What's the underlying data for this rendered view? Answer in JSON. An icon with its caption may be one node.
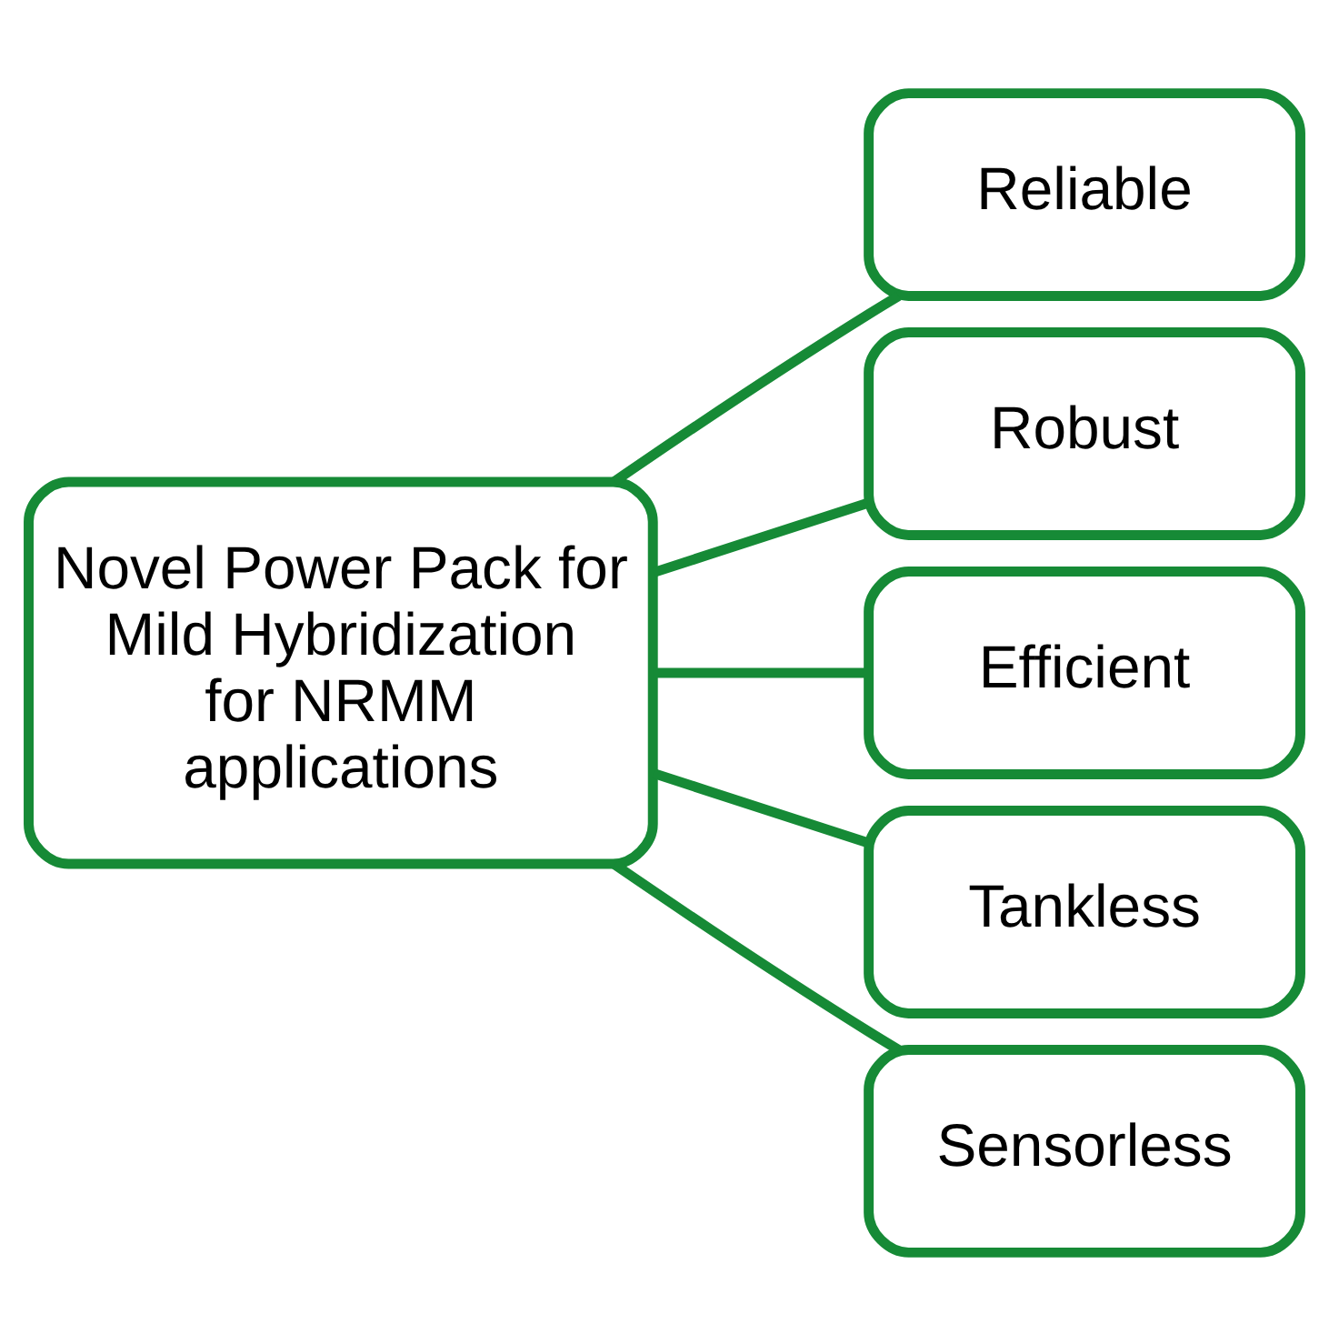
{
  "diagram": {
    "nodes": [
      {
        "text": [
          "Novel Power Pack for Mild Hybridization for NRMM applications"
        ]
      },
      {
        "text": [
          "Reliable"
        ]
      },
      {
        "text": [
          "Robust"
        ]
      },
      {
        "text": [
          "Efficient"
        ]
      },
      {
        "text": [
          "Tankless"
        ]
      },
      {
        "text": [
          "Sensorless"
        ]
      }
    ],
    "edges": [
      {
        "from": 0,
        "to": 1,
        "arrow": "none"
      },
      {
        "from": 0,
        "to": 2,
        "arrow": "none"
      },
      {
        "from": 0,
        "to": 3,
        "arrow": "none"
      },
      {
        "from": 0,
        "to": 4,
        "arrow": "none"
      },
      {
        "from": 0,
        "to": 5,
        "arrow": "none"
      }
    ]
  }
}
